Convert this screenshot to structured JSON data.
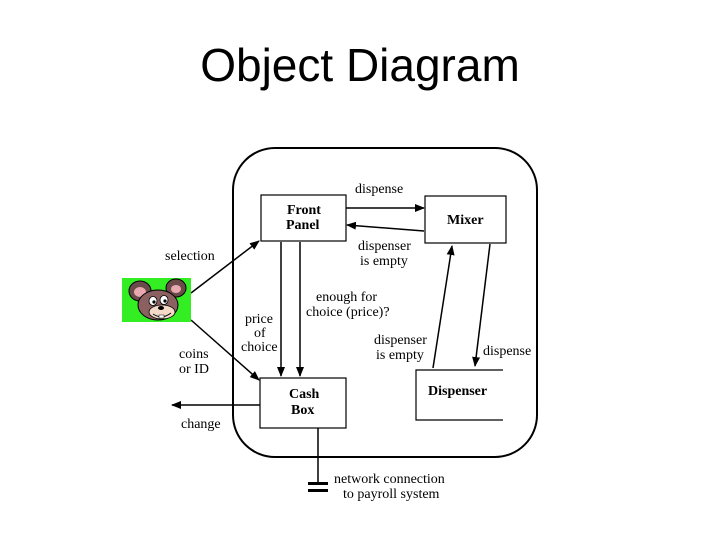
{
  "title": "Object Diagram",
  "objects": {
    "front_panel": [
      "Front",
      "Panel"
    ],
    "mixer": "Mixer",
    "cash_box": [
      "Cash",
      "Box"
    ],
    "dispenser": "Dispenser"
  },
  "messages": {
    "dispense_top": "dispense",
    "dispenser_empty_1": [
      "dispenser",
      "is empty"
    ],
    "enough_for_choice": [
      "enough for",
      "choice (price)?"
    ],
    "price_of_choice": [
      "price",
      "of",
      "choice"
    ],
    "dispenser_empty_2": [
      "dispenser",
      "is empty"
    ],
    "dispense_right": "dispense",
    "selection": "selection",
    "coins_or_id": [
      "coins",
      "or ID"
    ],
    "change": "change",
    "network_connection": [
      "network connection",
      "to payroll system"
    ]
  },
  "actor_icon": "cartoon-mouse-icon",
  "colors": {
    "actor_background": "#33ee22"
  }
}
